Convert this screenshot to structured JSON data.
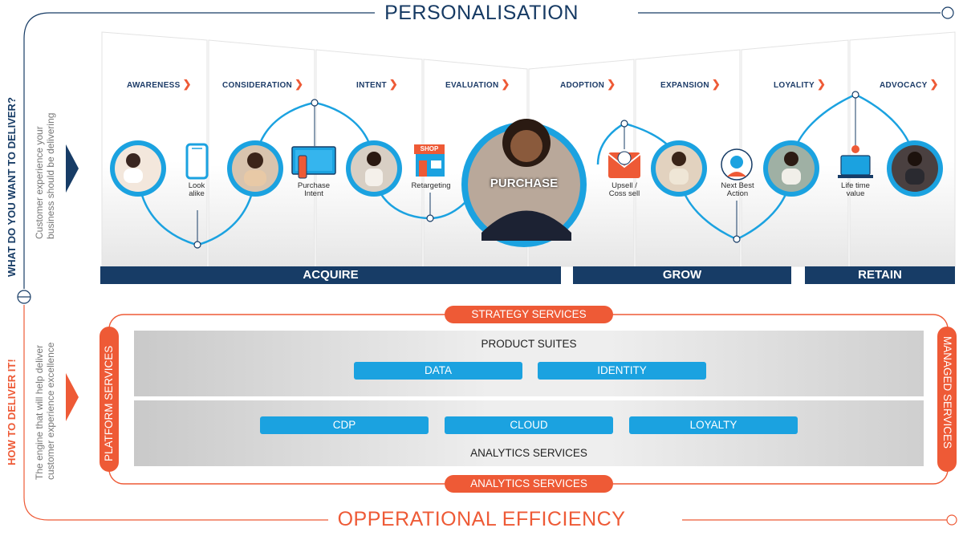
{
  "title_top": "PERSONALISATION",
  "title_bottom": "OPPERATIONAL EFFICIENCY",
  "left_top": {
    "heading": "WHAT DO YOU WANT TO DELIVER?",
    "sub_line1": "Customer experience your",
    "sub_line2": "business should be delivering"
  },
  "left_bottom": {
    "heading": "HOW TO DELIVER IT!",
    "sub_line1": "The engine that will help deliver",
    "sub_line2": "customer experience excellence"
  },
  "stages": [
    "AWARENESS",
    "CONSIDERATION",
    "INTENT",
    "EVALUATION",
    "ADOPTION",
    "EXPANSION",
    "LOYALITY",
    "ADVOCACY"
  ],
  "chevron": "❯",
  "captions": {
    "look_alike": [
      "Look",
      "alike"
    ],
    "purchase_intent": [
      "Purchase",
      "Intent"
    ],
    "retargeting": [
      "Retargeting"
    ],
    "upsell": [
      "Upsell /",
      "Coss sell"
    ],
    "next_best": [
      "Next Best",
      "Action"
    ],
    "lifetime": [
      "Life time",
      "value"
    ]
  },
  "shop_sign": "SHOP",
  "purchase_label": "PURCHASE",
  "bands": {
    "acquire": "ACQUIRE",
    "grow": "GROW",
    "retain": "RETAIN"
  },
  "services": {
    "strategy": "STRATEGY SERVICES",
    "analytics_bottom": "ANALYTICS SERVICES",
    "platform": "PLATFORM SERVICES",
    "managed": "MANAGED SERVICES",
    "product_suites": "PRODUCT SUITES",
    "analytics_panel": "ANALYTICS SERVICES",
    "data": "DATA",
    "identity": "IDENTITY",
    "cdp": "CDP",
    "cloud": "CLOUD",
    "loyalty": "LOYALTY"
  },
  "colors": {
    "navy": "#173c66",
    "blue": "#1ba2e0",
    "orange": "#ee5a36",
    "gray": "#eeeeee"
  },
  "icons": [
    "person-photo-icon",
    "smartphone-icon",
    "tv-remote-icon",
    "shop-icon",
    "email-icon",
    "headset-agent-icon",
    "laptop-lightbulb-icon",
    "chevron-right-icon"
  ]
}
